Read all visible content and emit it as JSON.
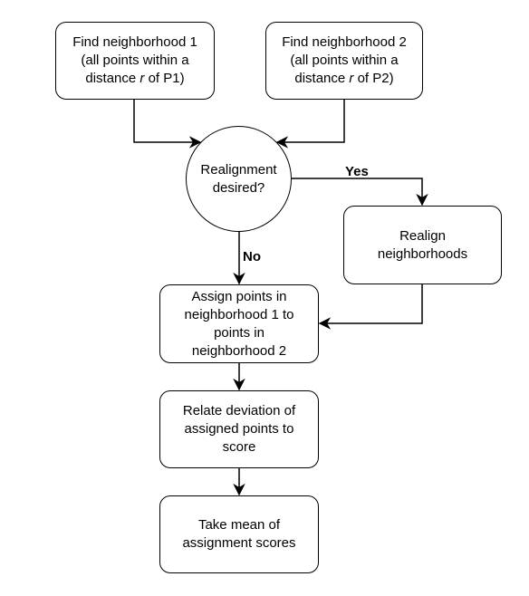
{
  "nodes": {
    "find1": {
      "lines": [
        "Find neighborhood 1",
        "(all points within a"
      ],
      "dist_pre": "distance ",
      "dist_var": "r",
      "dist_post": " of P1)"
    },
    "find2": {
      "lines": [
        "Find neighborhood 2",
        "(all points within a"
      ],
      "dist_pre": "distance ",
      "dist_var": "r",
      "dist_post": " of P2)"
    },
    "decision": {
      "lines": [
        "Realignment",
        "desired?"
      ]
    },
    "realign": {
      "lines": [
        "Realign",
        "neighborhoods"
      ]
    },
    "assign": {
      "lines": [
        "Assign points in",
        "neighborhood 1 to",
        "points in",
        "neighborhood 2"
      ]
    },
    "relate": {
      "lines": [
        "Relate deviation of",
        "assigned points to",
        "score"
      ]
    },
    "mean": {
      "lines": [
        "Take mean of",
        "assignment scores"
      ]
    }
  },
  "edge_labels": {
    "yes": "Yes",
    "no": "No"
  },
  "colors": {
    "stroke": "#000000",
    "background": "#ffffff"
  }
}
